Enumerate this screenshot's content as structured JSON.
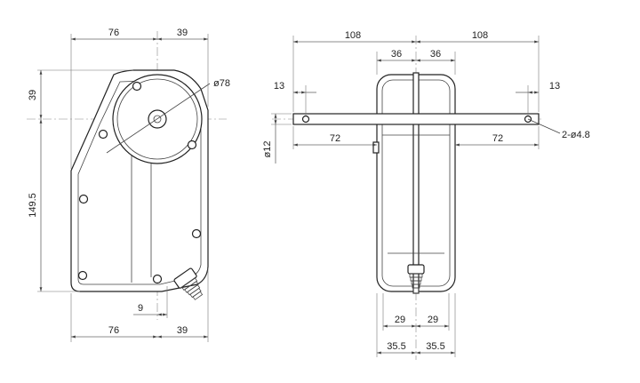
{
  "side_view": {
    "dims": {
      "top_left_width": "76",
      "top_right_width": "39",
      "left_top_height": "39",
      "left_body_height": "149.5",
      "disc_diameter": "ø78",
      "bottom_offset": "9",
      "bottom_left_width": "76",
      "bottom_right_width": "39"
    }
  },
  "front_view": {
    "dims": {
      "left_shaft_total": "108",
      "right_shaft_total": "108",
      "left_half_body": "36",
      "right_half_body": "36",
      "left_shaft_end": "13",
      "right_shaft_end": "13",
      "left_shaft_length": "72",
      "right_shaft_length": "72",
      "shaft_diameter": "ø12",
      "hole_spec": "2-ø4.8",
      "bottom_inner_left": "29",
      "bottom_inner_right": "29",
      "bottom_outer_left": "35.5",
      "bottom_outer_right": "35.5"
    }
  }
}
